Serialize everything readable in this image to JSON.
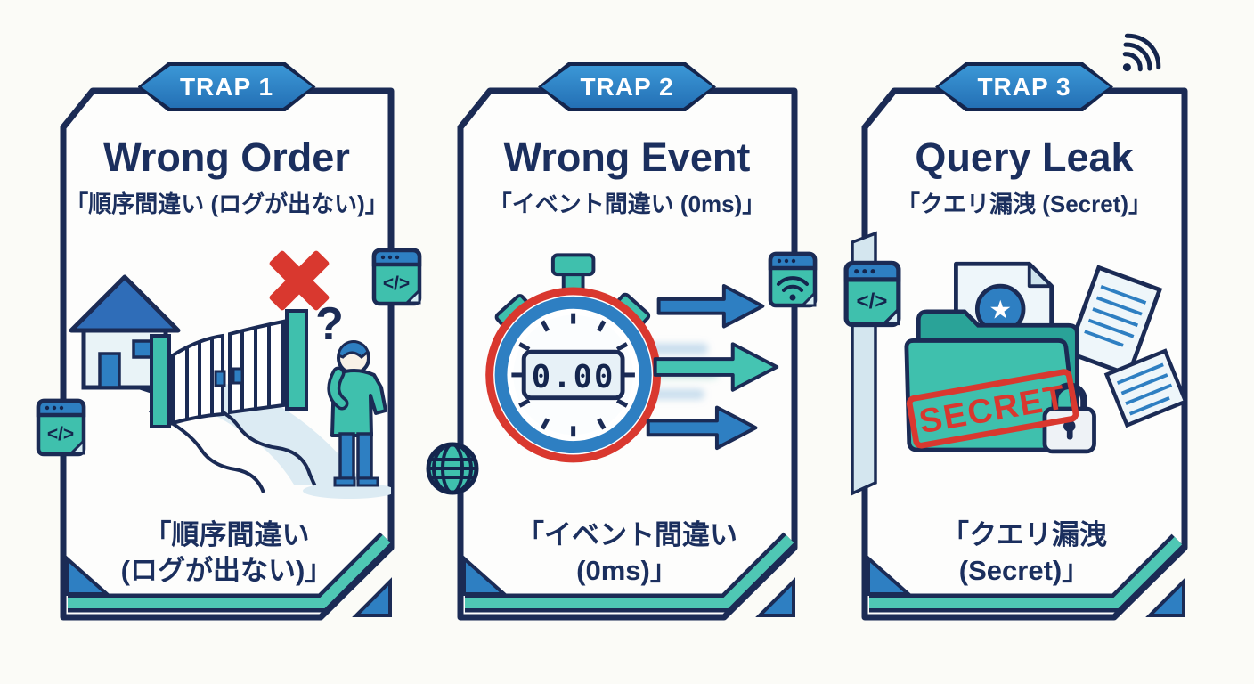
{
  "page": {
    "background": "#fbfbf7"
  },
  "colors": {
    "navy_outline": "#1b2b55",
    "title_navy": "#1b2f5e",
    "badge_blue": "#2b80c4",
    "accent_blue": "#2e7fc2",
    "teal": "#3fc0ad",
    "band_teal": "#4fc7b4",
    "light_blue": "#dcebf3",
    "red": "#d9382f"
  },
  "cards": [
    {
      "badge": "TRAP 1",
      "title": "Wrong Order",
      "subtitle": "「順序間違い (ログが出ない)」",
      "caption_line1": "「順序間違い",
      "caption_line2": "(ログが出ない)」",
      "illustration": "house-gate-confused-person-with-red-x"
    },
    {
      "badge": "TRAP 2",
      "title": "Wrong Event",
      "subtitle": "「イベント間違い (0ms)」",
      "caption_line1": "「イベント間違い",
      "caption_line2": "(0ms)」",
      "stopwatch_display": "0.00",
      "illustration": "stopwatch-zero-with-speed-arrows"
    },
    {
      "badge": "TRAP 3",
      "title": "Query Leak",
      "subtitle": "「クエリ漏洩 (Secret)」",
      "caption_line1": "「クエリ漏洩",
      "caption_line2": "(Secret)」",
      "stamp_text": "SECRET",
      "illustration": "secret-folder-leaking-documents-padlock"
    }
  ],
  "icons": {
    "code_glyph": "</>",
    "star_glyph": "★"
  }
}
